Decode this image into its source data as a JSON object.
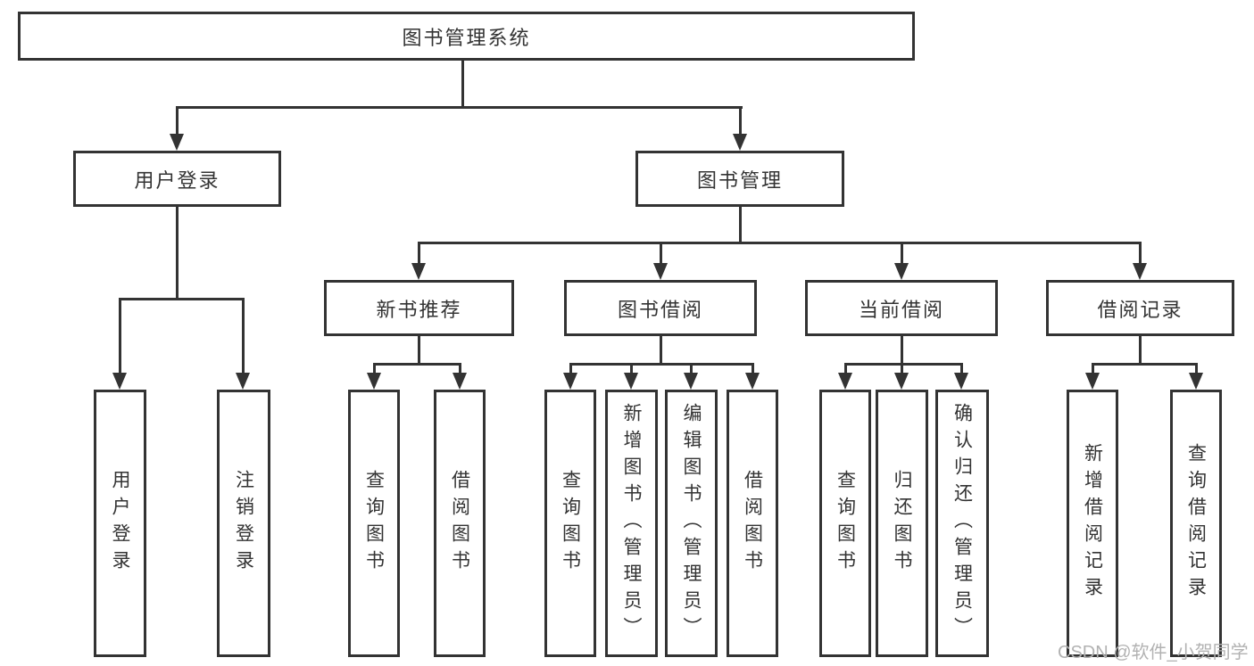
{
  "tree": {
    "label": "图书管理系统",
    "children": [
      {
        "label": "用户登录",
        "children": [
          {
            "label": "用户登录"
          },
          {
            "label": "注销登录"
          }
        ]
      },
      {
        "label": "图书管理",
        "children": [
          {
            "label": "新书推荐",
            "children": [
              {
                "label": "查询图书"
              },
              {
                "label": "借阅图书"
              }
            ]
          },
          {
            "label": "图书借阅",
            "children": [
              {
                "label": "查询图书"
              },
              {
                "label": "新增图书（管理员）"
              },
              {
                "label": "编辑图书（管理员）"
              },
              {
                "label": "借阅图书"
              }
            ]
          },
          {
            "label": "当前借阅",
            "children": [
              {
                "label": "查询图书"
              },
              {
                "label": "归还图书"
              },
              {
                "label": "确认归还（管理员）"
              }
            ]
          },
          {
            "label": "借阅记录",
            "children": [
              {
                "label": "新增借阅记录"
              },
              {
                "label": "查询借阅记录"
              }
            ]
          }
        ]
      }
    ]
  },
  "watermark": {
    "text": "CSDN @软件_小贺同学"
  },
  "colors": {
    "line": "#333333",
    "box_border": "#333333",
    "text": "#333333",
    "watermark": "#b2b2b2",
    "background": "#ffffff"
  }
}
